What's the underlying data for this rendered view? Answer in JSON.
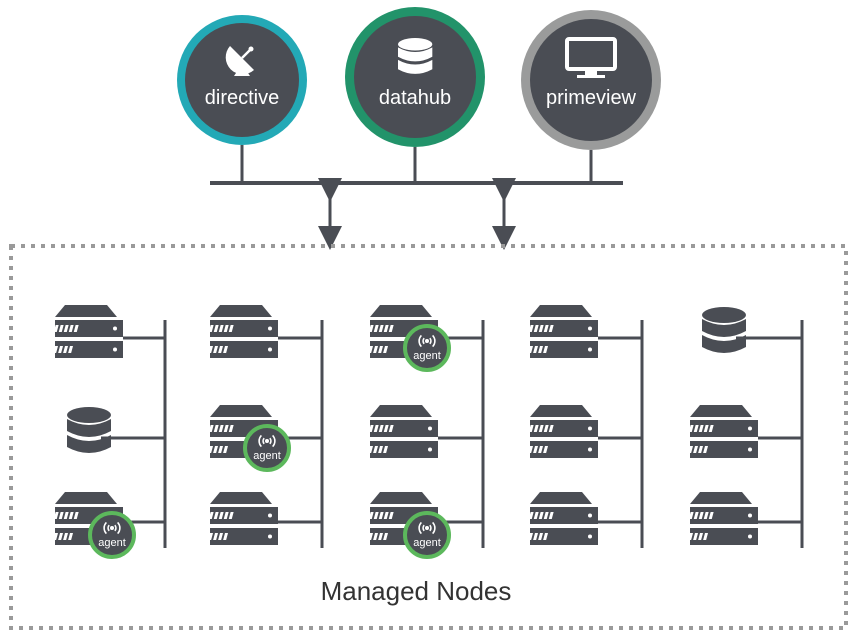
{
  "services": [
    {
      "label": "directive",
      "icon": "satellite-dish-icon",
      "ring_color": "#23a9b6"
    },
    {
      "label": "datahub",
      "icon": "database-icon",
      "ring_color": "#22936a"
    },
    {
      "label": "primeview",
      "icon": "monitor-icon",
      "ring_color": "#9a9b9b"
    }
  ],
  "zone": {
    "label": "Managed Nodes"
  },
  "agent_label": "agent",
  "colors": {
    "node": "#4a4d54",
    "line": "#4a4d54",
    "agent_ring": "#5cb85c",
    "border": "#9a9a9a"
  },
  "node_columns": [
    [
      {
        "type": "server",
        "agent": false
      },
      {
        "type": "database",
        "agent": false
      },
      {
        "type": "server",
        "agent": true
      }
    ],
    [
      {
        "type": "server",
        "agent": false
      },
      {
        "type": "server",
        "agent": true
      },
      {
        "type": "server",
        "agent": false
      }
    ],
    [
      {
        "type": "server",
        "agent": true
      },
      {
        "type": "server",
        "agent": false
      },
      {
        "type": "server",
        "agent": true
      }
    ],
    [
      {
        "type": "server",
        "agent": false
      },
      {
        "type": "server",
        "agent": false
      },
      {
        "type": "server",
        "agent": false
      }
    ],
    [
      {
        "type": "database",
        "agent": false
      },
      {
        "type": "server",
        "agent": false
      },
      {
        "type": "server",
        "agent": false
      }
    ]
  ]
}
